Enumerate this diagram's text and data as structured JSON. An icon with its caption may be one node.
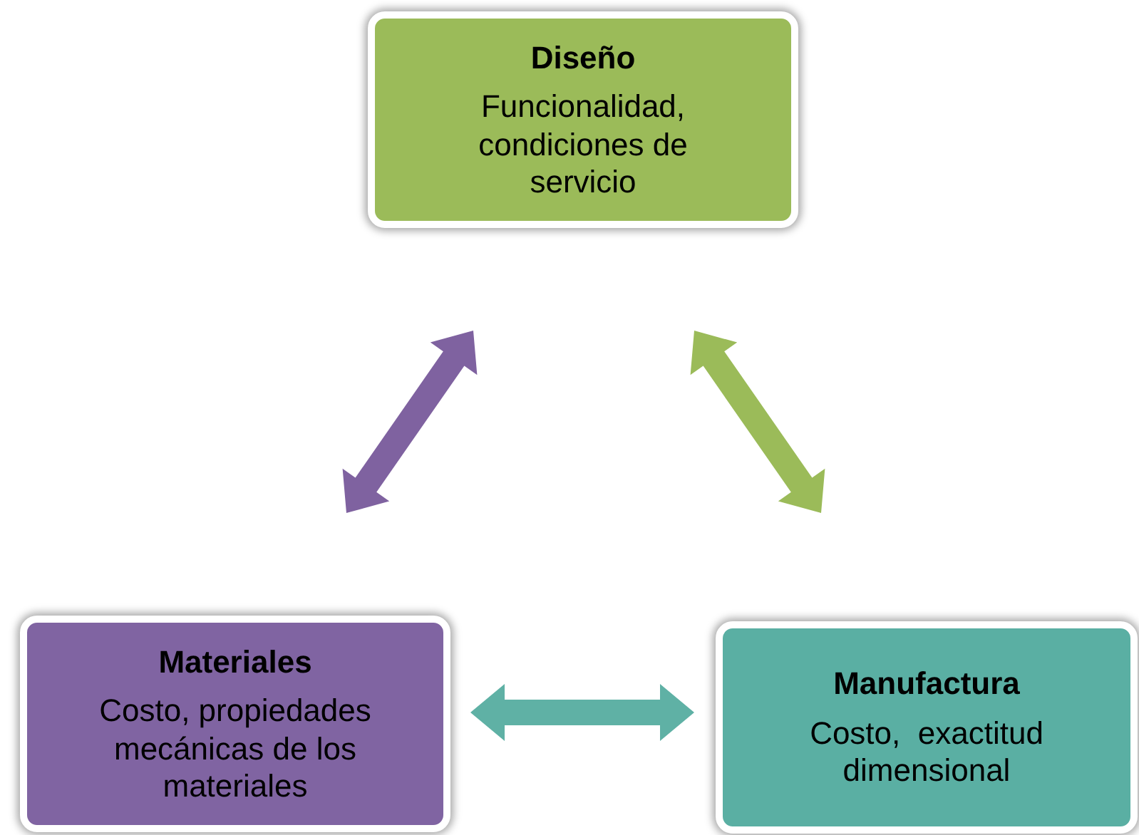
{
  "diagram": {
    "nodes": [
      {
        "text": [
          "Diseño",
          "Funcionalidad, condiciones de servicio"
        ]
      },
      {
        "text": [
          "Materiales",
          "Costo, propiedades mecánicas de los materiales"
        ]
      },
      {
        "text": [
          "Manufactura",
          "Costo,  exactitud dimensional"
        ]
      }
    ],
    "edges": [
      {
        "from": 1,
        "to": 0,
        "arrow": "both",
        "style": "thick",
        "color": "#7f62a0"
      },
      {
        "from": 0,
        "to": 2,
        "arrow": "both",
        "style": "thick",
        "color": "#9bbb59"
      },
      {
        "from": 1,
        "to": 2,
        "arrow": "both",
        "style": "thick",
        "color": "#5fb1a5"
      }
    ]
  }
}
